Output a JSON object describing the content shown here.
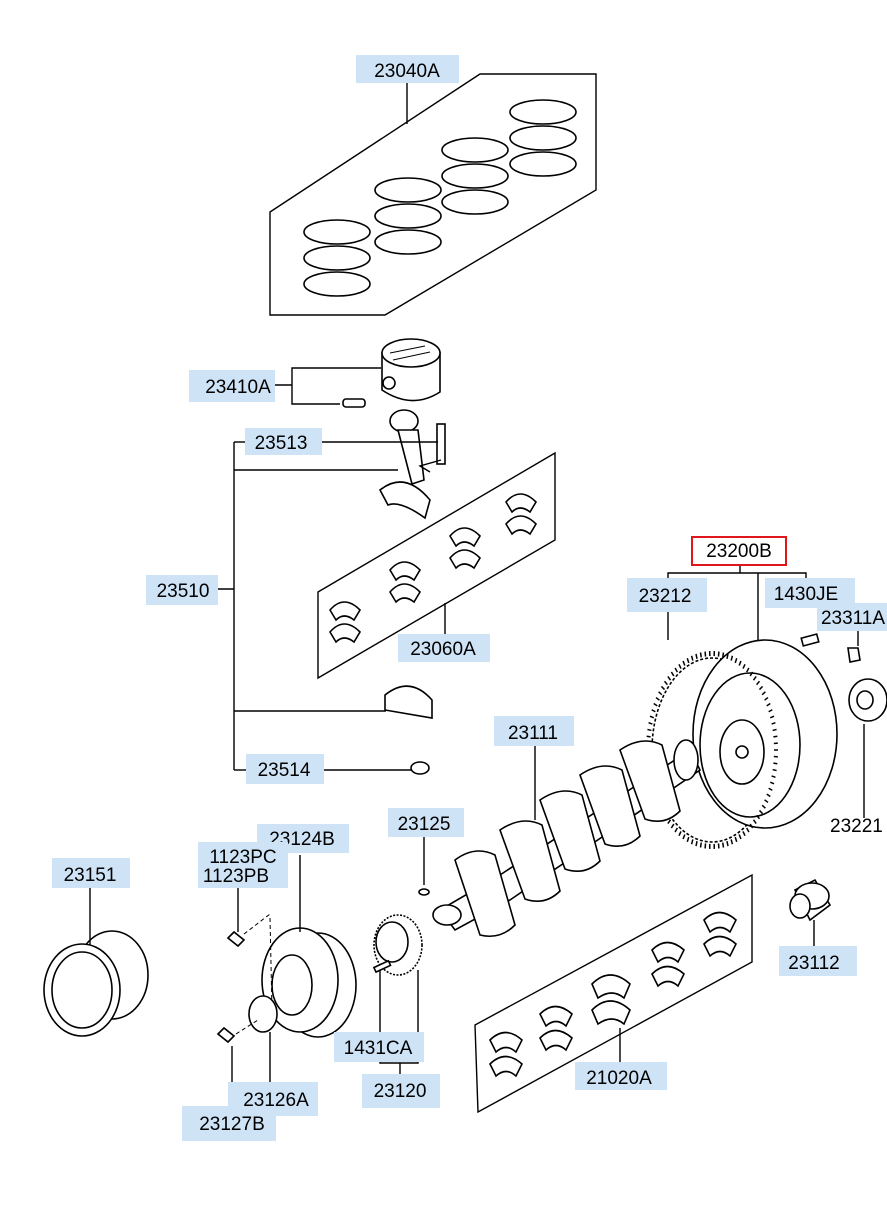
{
  "labels": {
    "rings_set": "23040A",
    "piston": "23410A",
    "rod_bolt": "23513",
    "conrod_assy": "23510",
    "rod_bearing_set": "23060A",
    "rod_nut": "23514",
    "flywheel_assy": "23200B",
    "ring_gear": "23212",
    "dowel_pin": "1430JE",
    "flywheel_bolt": "23311A",
    "pilot_bearing": "23221",
    "crankshaft": "23111",
    "key": "23125",
    "pulley": "23124B",
    "pulley_bolt_1": "1123PC",
    "pulley_bolt_2": "1123PB",
    "oil_seal": "23151",
    "sprocket_pin": "1431CA",
    "sprocket": "23120",
    "washer": "23126A",
    "pulley_center_bolt": "23127B",
    "main_bearing_set": "21020A",
    "bush": "23112"
  },
  "highlight_color": "#e0161b",
  "label_background": "#cfe3f6"
}
